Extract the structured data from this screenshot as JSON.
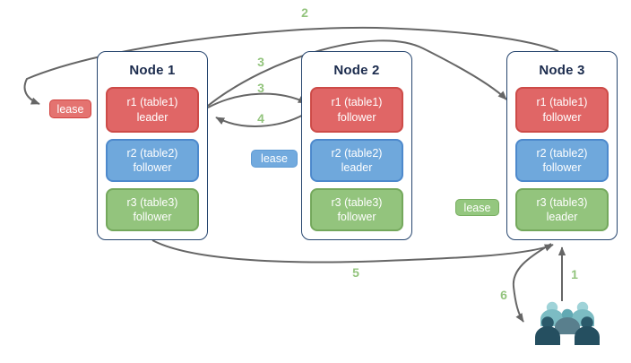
{
  "nodes": [
    {
      "title": "Node 1",
      "replicas": [
        {
          "name": "r1 (table1)",
          "role": "leader",
          "color": "#e06666"
        },
        {
          "name": "r2 (table2)",
          "role": "follower",
          "color": "#6fa8dc"
        },
        {
          "name": "r3 (table3)",
          "role": "follower",
          "color": "#93c47d"
        }
      ]
    },
    {
      "title": "Node 2",
      "replicas": [
        {
          "name": "r1 (table1)",
          "role": "follower",
          "color": "#e06666"
        },
        {
          "name": "r2 (table2)",
          "role": "leader",
          "color": "#6fa8dc"
        },
        {
          "name": "r3 (table3)",
          "role": "follower",
          "color": "#93c47d"
        }
      ]
    },
    {
      "title": "Node 3",
      "replicas": [
        {
          "name": "r1 (table1)",
          "role": "follower",
          "color": "#e06666"
        },
        {
          "name": "r2 (table2)",
          "role": "follower",
          "color": "#6fa8dc"
        },
        {
          "name": "r3 (table3)",
          "role": "leader",
          "color": "#93c47d"
        }
      ]
    }
  ],
  "leases": [
    {
      "label": "lease",
      "color": "#e06666",
      "position": "left-of-node-1"
    },
    {
      "label": "lease",
      "color": "#6fa8dc",
      "position": "left-of-node-2"
    },
    {
      "label": "lease",
      "color": "#93c47d",
      "position": "left-of-node-3"
    }
  ],
  "steps": [
    {
      "label": "2",
      "arrow": "node3-top to red lease at node1"
    },
    {
      "label": "3",
      "arrow": "node1 r1 leader to node3 r1 follower"
    },
    {
      "label": "3",
      "arrow": "node1 r1 leader to node2 r1 follower"
    },
    {
      "label": "4",
      "arrow": "node2 r1 follower back to node1 r1 leader"
    },
    {
      "label": "5",
      "arrow": "node1 bottom to node3 bottom"
    },
    {
      "label": "1",
      "arrow": "users up to node3"
    },
    {
      "label": "6",
      "arrow": "node3 down to users"
    }
  ],
  "icons": {
    "users_group": "users-group-icon"
  },
  "colors": {
    "arrow": "#666666",
    "step_label": "#93c47d",
    "node_border": "#26456e",
    "red_fill": "#e06666",
    "red_border": "#cd4b48",
    "blue_fill": "#6fa8dc",
    "blue_border": "#4d89cc",
    "green_fill": "#93c47d",
    "green_border": "#74a85c",
    "users_light": "#9fd3d8",
    "users_light_body": "#7cbcc3",
    "users_mid_head": "#62a9b3",
    "users_mid_body": "#597f8d",
    "users_dark": "#2b5a6b"
  }
}
